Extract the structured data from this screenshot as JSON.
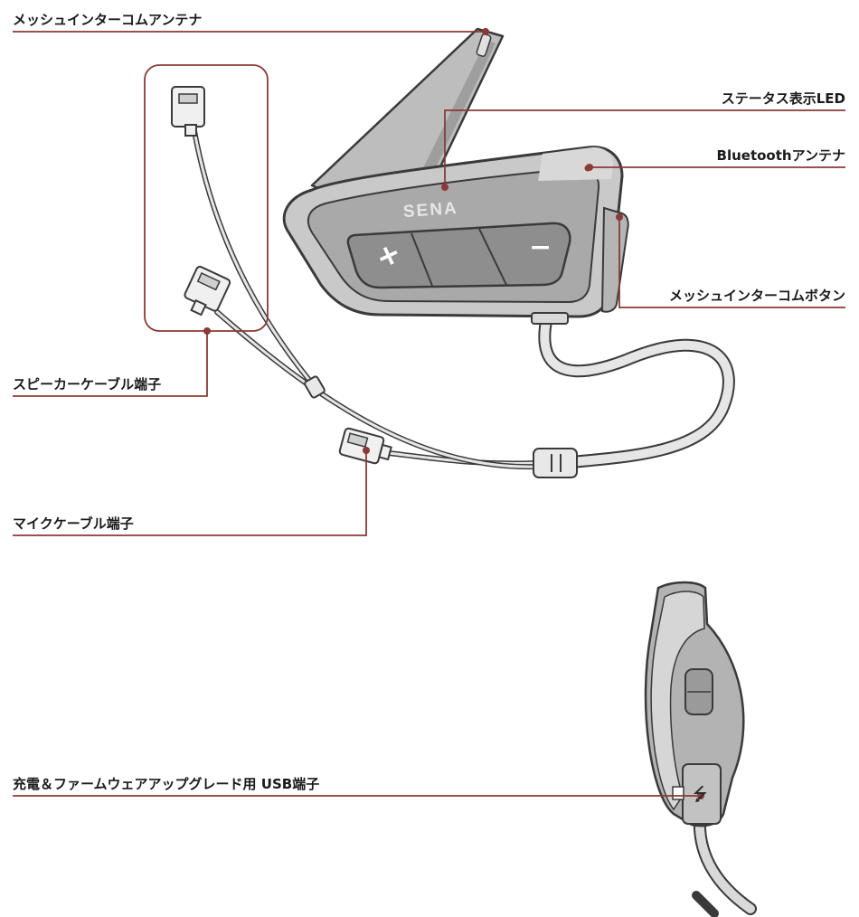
{
  "labels": {
    "mesh_antenna": "メッシュインターコムアンテナ",
    "status_led": "ステータス表示LED",
    "bt_antenna": "Bluetoothアンテナ",
    "mesh_button": "メッシュインターコムボタン",
    "speaker_terminal": "スピーカーケーブル端子",
    "mic_terminal": "マイクケーブル端子",
    "usb_port": "充電＆ファームウェアアップグレード用 USB端子"
  },
  "device": {
    "brand": "SENA",
    "plus_symbol": "+",
    "minus_symbol": "−",
    "usb_symbol": "⭍"
  },
  "colors": {
    "leader": "#8b3a36",
    "body": "#c9c9c9",
    "outline": "#3a3a3a"
  }
}
